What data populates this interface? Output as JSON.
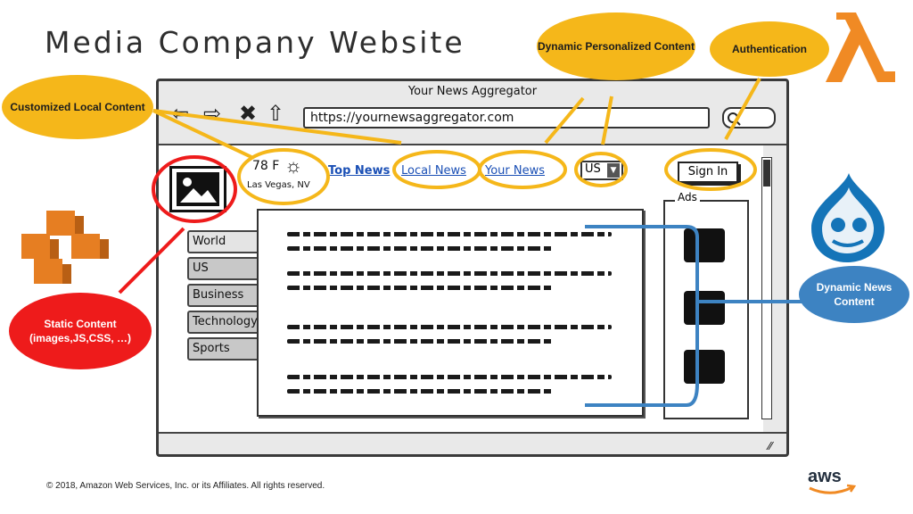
{
  "title": "Media Company Website",
  "copyright": "© 2018, Amazon Web Services, Inc. or its Affiliates. All rights reserved.",
  "browser": {
    "title": "Your News Aggregator",
    "url": "https://yournewsaggregator.com",
    "weather": {
      "temp": "78 F",
      "location": "Las Vegas, NV"
    },
    "nav": {
      "top_news": "Top News",
      "local_news": "Local News",
      "your_news": "Your News"
    },
    "country": "US",
    "sign_in": "Sign In",
    "sidebar": [
      "World",
      "US",
      "Business",
      "Technology",
      "Sports"
    ],
    "ads_label": "Ads"
  },
  "callouts": {
    "customized_local": "Customized Local Content",
    "dynamic_personalized": "Dynamic Personalized Content",
    "authentication": "Authentication",
    "static_content": "Static Content (images,JS,CSS, …)",
    "dynamic_news": "Dynamic News Content"
  },
  "colors": {
    "callout_yellow": "#f5b71a",
    "callout_red": "#ee1b1b",
    "callout_blue": "#3d83c2",
    "aws_orange": "#f08a24"
  },
  "icons": [
    "lambda-icon",
    "aws-logo",
    "drupal-icon",
    "amazon-s3-icon"
  ]
}
